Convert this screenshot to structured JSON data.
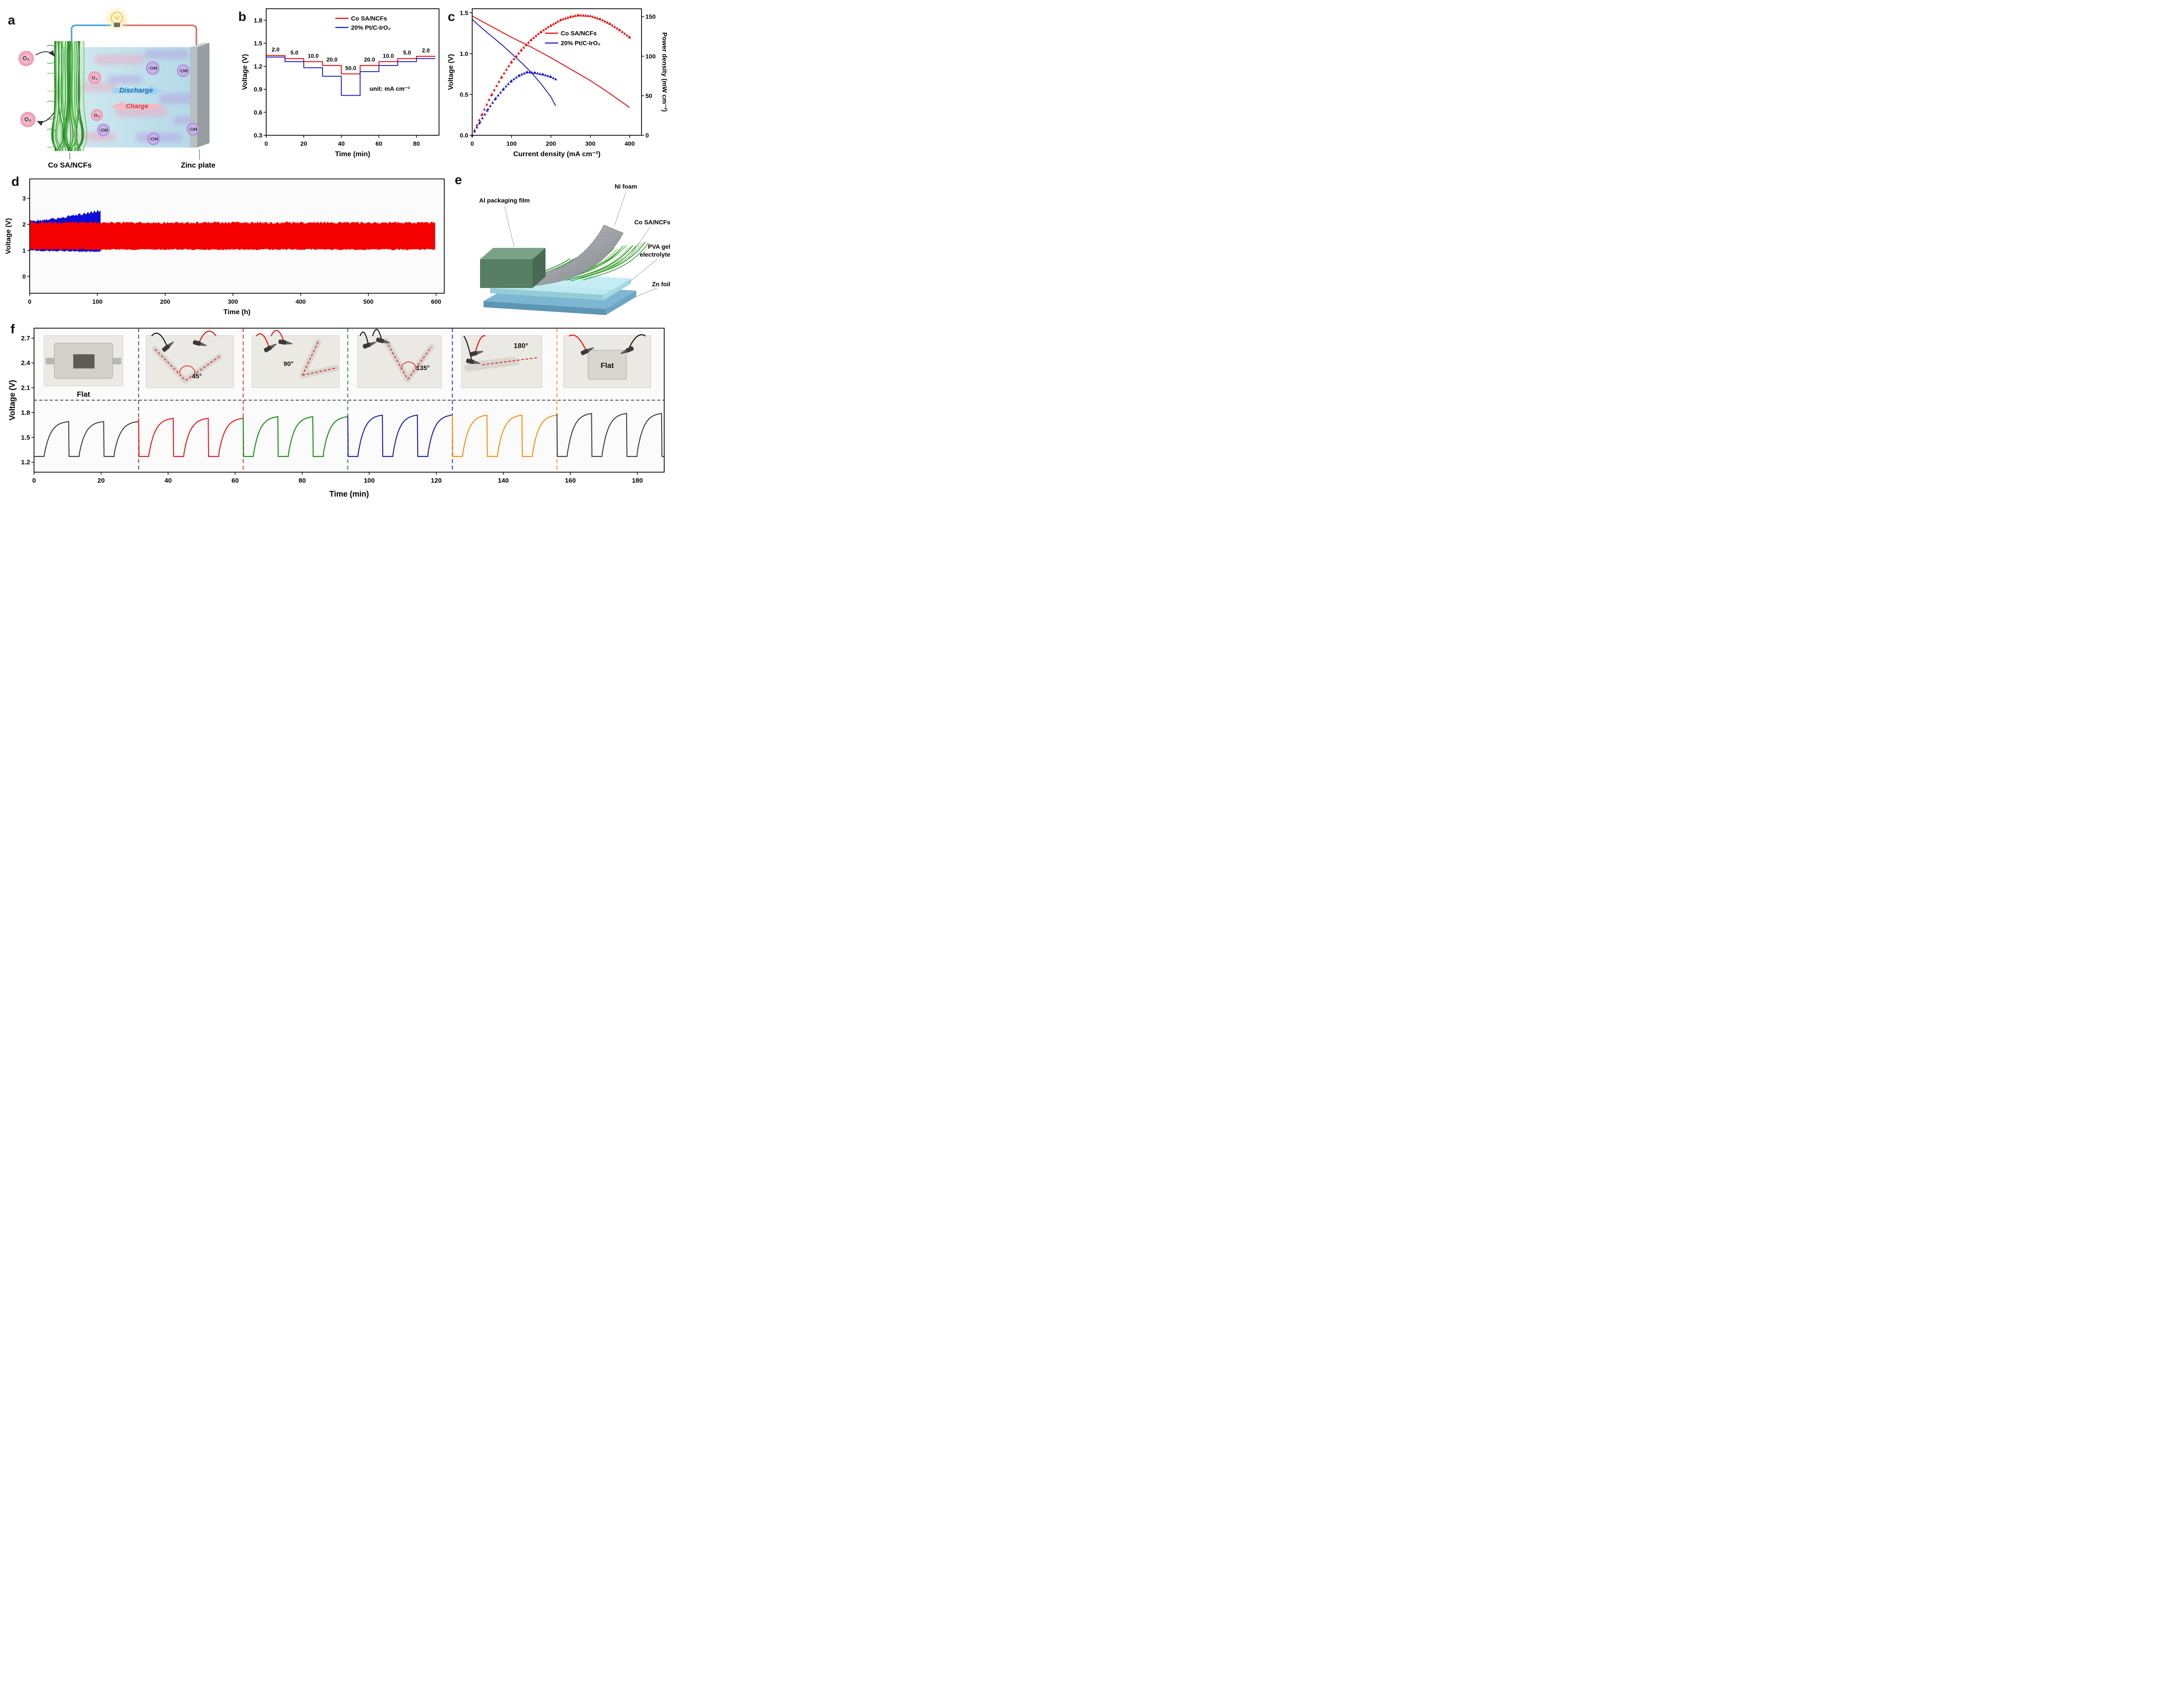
{
  "panel_a": {
    "letter": "a",
    "labels": {
      "electrode": "Co SA/NCFs",
      "zinc": "Zinc plate",
      "discharge": "Discharge",
      "charge": "Charge",
      "o2": "O₂",
      "oh": "·OH"
    }
  },
  "panel_b": {
    "letter": "b"
  },
  "panel_c": {
    "letter": "c"
  },
  "panel_d": {
    "letter": "d"
  },
  "panel_e": {
    "letter": "e",
    "labels": {
      "al": "Al packaging film",
      "ni": "Ni foam",
      "co": "Co SA/NCFs",
      "pva_line1": "PVA gel",
      "pva_line2": "electrolyte",
      "zn": "Zn foil"
    }
  },
  "panel_f": {
    "letter": "f"
  },
  "chart_data": [
    {
      "id": "b",
      "type": "line",
      "subtype": "rate-step-discharge",
      "xlabel": "Time (min)",
      "ylabel": "Voltage (V)",
      "xlim": [
        0,
        92
      ],
      "ylim": [
        0.3,
        1.95
      ],
      "xticks": [
        0,
        20,
        40,
        60,
        80
      ],
      "yticks": [
        0.3,
        0.6,
        0.9,
        1.2,
        1.5,
        1.8
      ],
      "annotation": "unit: mA cm⁻²",
      "step_minutes": 10,
      "rate_labels": [
        "2.0",
        "5.0",
        "10.0",
        "20.0",
        "50.0",
        "20.0",
        "10.0",
        "5.0",
        "2.0"
      ],
      "legend": [
        {
          "label": "Co SA/NCFs",
          "color": "#ee0000"
        },
        {
          "label": "20% Pt/C-IrO₂",
          "color": "#1a1acc"
        }
      ],
      "series": [
        {
          "name": "Co SA/NCFs",
          "color": "#ee0000",
          "step_voltages": [
            1.34,
            1.3,
            1.26,
            1.21,
            1.1,
            1.21,
            1.26,
            1.3,
            1.33
          ]
        },
        {
          "name": "20% Pt/C-IrO₂",
          "color": "#1a1acc",
          "step_voltages": [
            1.32,
            1.26,
            1.18,
            1.07,
            0.82,
            1.13,
            1.21,
            1.26,
            1.3
          ]
        }
      ]
    },
    {
      "id": "c",
      "type": "line+scatter",
      "subtype": "polarization-power",
      "xlabel": "Current density (mA cm⁻²)",
      "ylabel": "Voltage (V)",
      "y2label": "Power density (mW cm⁻²)",
      "xlim": [
        0,
        430
      ],
      "ylim": [
        0,
        1.55
      ],
      "y2lim": [
        0,
        160
      ],
      "xticks": [
        0,
        100,
        200,
        300,
        400
      ],
      "yticks": [
        0,
        0.5,
        1,
        1.5
      ],
      "y2ticks": [
        0,
        50,
        100,
        150
      ],
      "legend": [
        {
          "label": "Co SA/NCFs",
          "color": "#ee0000"
        },
        {
          "label": "20% Pt/C-IrO₂",
          "color": "#1a1acc"
        }
      ],
      "voltage_series": [
        {
          "name": "Co SA/NCFs",
          "color": "#ee0000",
          "points": [
            [
              0,
              1.46
            ],
            [
              50,
              1.33
            ],
            [
              100,
              1.2
            ],
            [
              150,
              1.08
            ],
            [
              200,
              0.95
            ],
            [
              250,
              0.81
            ],
            [
              300,
              0.67
            ],
            [
              350,
              0.51
            ],
            [
              400,
              0.34
            ]
          ]
        },
        {
          "name": "20% Pt/C-IrO₂",
          "color": "#1a1acc",
          "points": [
            [
              0,
              1.42
            ],
            [
              25,
              1.31
            ],
            [
              50,
              1.21
            ],
            [
              75,
              1.11
            ],
            [
              100,
              1.0
            ],
            [
              125,
              0.89
            ],
            [
              150,
              0.77
            ],
            [
              175,
              0.63
            ],
            [
              200,
              0.47
            ],
            [
              212,
              0.36
            ]
          ]
        }
      ],
      "power_series": [
        {
          "name": "Co SA/NCFs",
          "color": "#ee0000",
          "points": [
            [
              0,
              0
            ],
            [
              25,
              27
            ],
            [
              50,
              52
            ],
            [
              75,
              74
            ],
            [
              100,
              93
            ],
            [
              125,
              108
            ],
            [
              150,
              121
            ],
            [
              175,
              131
            ],
            [
              200,
              139
            ],
            [
              225,
              146
            ],
            [
              250,
              150
            ],
            [
              270,
              152
            ],
            [
              300,
              151
            ],
            [
              325,
              147
            ],
            [
              350,
              141
            ],
            [
              375,
              133
            ],
            [
              400,
              124
            ]
          ]
        },
        {
          "name": "20% Pt/C-IrO₂",
          "color": "#1a1acc",
          "points": [
            [
              0,
              0
            ],
            [
              20,
              17
            ],
            [
              40,
              33
            ],
            [
              60,
              47
            ],
            [
              80,
              59
            ],
            [
              100,
              69
            ],
            [
              120,
              76
            ],
            [
              140,
              80
            ],
            [
              160,
              79
            ],
            [
              180,
              77
            ],
            [
              200,
              74
            ],
            [
              212,
              71
            ]
          ]
        }
      ]
    },
    {
      "id": "d",
      "type": "area",
      "subtype": "long-term-cycling",
      "xlabel": "Time (h)",
      "ylabel": "Voltage (V)",
      "xlim": [
        0,
        612
      ],
      "ylim": [
        -0.65,
        3.75
      ],
      "xticks": [
        0,
        100,
        200,
        300,
        400,
        500,
        600
      ],
      "yticks": [
        0,
        1,
        2,
        3
      ],
      "series": [
        {
          "name": "20% Pt/C-IrO₂",
          "color": "#0d0dd6",
          "t_end": 105,
          "charge_v": [
            2.12,
            2.52
          ],
          "discharge_v": [
            1.0,
            0.95
          ],
          "noise": 0.1
        },
        {
          "name": "Co SA/NCFs",
          "color": "#f40000",
          "t_end": 600,
          "charge_v": [
            2.06,
            2.06
          ],
          "discharge_v": [
            1.04,
            1.04
          ],
          "noise": 0.09
        }
      ]
    },
    {
      "id": "f",
      "type": "line",
      "subtype": "bending-cycles",
      "xlabel": "Time (min)",
      "ylabel": "Voltage (V)",
      "xlim": [
        0,
        188
      ],
      "ylim": [
        1.08,
        2.82
      ],
      "xticks": [
        0,
        20,
        40,
        60,
        80,
        100,
        120,
        140,
        160,
        180
      ],
      "yticks": [
        1.2,
        1.5,
        1.8,
        2.1,
        2.4,
        2.7
      ],
      "reference_line_v": 1.95,
      "cycle_period_min": 10.4,
      "discharge_v": 1.27,
      "segments": [
        {
          "label": "Flat",
          "color": "#3d3d3d",
          "start": 0,
          "end": 31.2,
          "charge_peak_v": 1.7
        },
        {
          "label": "45°",
          "color": "#ee1111",
          "start": 31.2,
          "end": 62.4,
          "charge_peak_v": 1.74
        },
        {
          "label": "90°",
          "color": "#0d8f0d",
          "start": 62.4,
          "end": 93.6,
          "charge_peak_v": 1.76
        },
        {
          "label": "135°",
          "color": "#1717b8",
          "start": 93.6,
          "end": 124.8,
          "charge_peak_v": 1.78
        },
        {
          "label": "180°",
          "color": "#ff8a00",
          "start": 124.8,
          "end": 156,
          "charge_peak_v": 1.78
        },
        {
          "label": "Flat",
          "color": "#3d3d3d",
          "start": 156,
          "end": 188,
          "charge_peak_v": 1.8
        }
      ],
      "dividers": [
        {
          "x": 31.2,
          "color": "#3d3d3d"
        },
        {
          "x": 62.4,
          "color": "#ee1111"
        },
        {
          "x": 93.6,
          "color": "#0d8f0d"
        },
        {
          "x": 124.8,
          "color": "#1717b8"
        },
        {
          "x": 156,
          "color": "#ff8a00"
        }
      ],
      "photos": [
        {
          "kind": "pouch-flat",
          "label": "Flat",
          "label_pos": "below",
          "x0": 3,
          "x1": 26.5,
          "y0": 2.12,
          "y1": 2.73
        },
        {
          "kind": "bend-45",
          "label": "45°",
          "label_pos": "inside",
          "x0": 33.5,
          "x1": 59.5,
          "y0": 2.1,
          "y1": 2.73
        },
        {
          "kind": "bend-90",
          "label": "90°",
          "label_pos": "inside",
          "x0": 65,
          "x1": 91,
          "y0": 2.1,
          "y1": 2.73
        },
        {
          "kind": "bend-135",
          "label": "135°",
          "label_pos": "inside",
          "x0": 96.5,
          "x1": 121.5,
          "y0": 2.1,
          "y1": 2.73
        },
        {
          "kind": "bend-180",
          "label": "180°",
          "label_pos": "inside",
          "x0": 127.5,
          "x1": 151.5,
          "y0": 2.1,
          "y1": 2.73
        },
        {
          "kind": "pouch-stand",
          "label": "Flat",
          "label_pos": "inside",
          "x0": 158,
          "x1": 184,
          "y0": 2.1,
          "y1": 2.73
        }
      ]
    }
  ]
}
